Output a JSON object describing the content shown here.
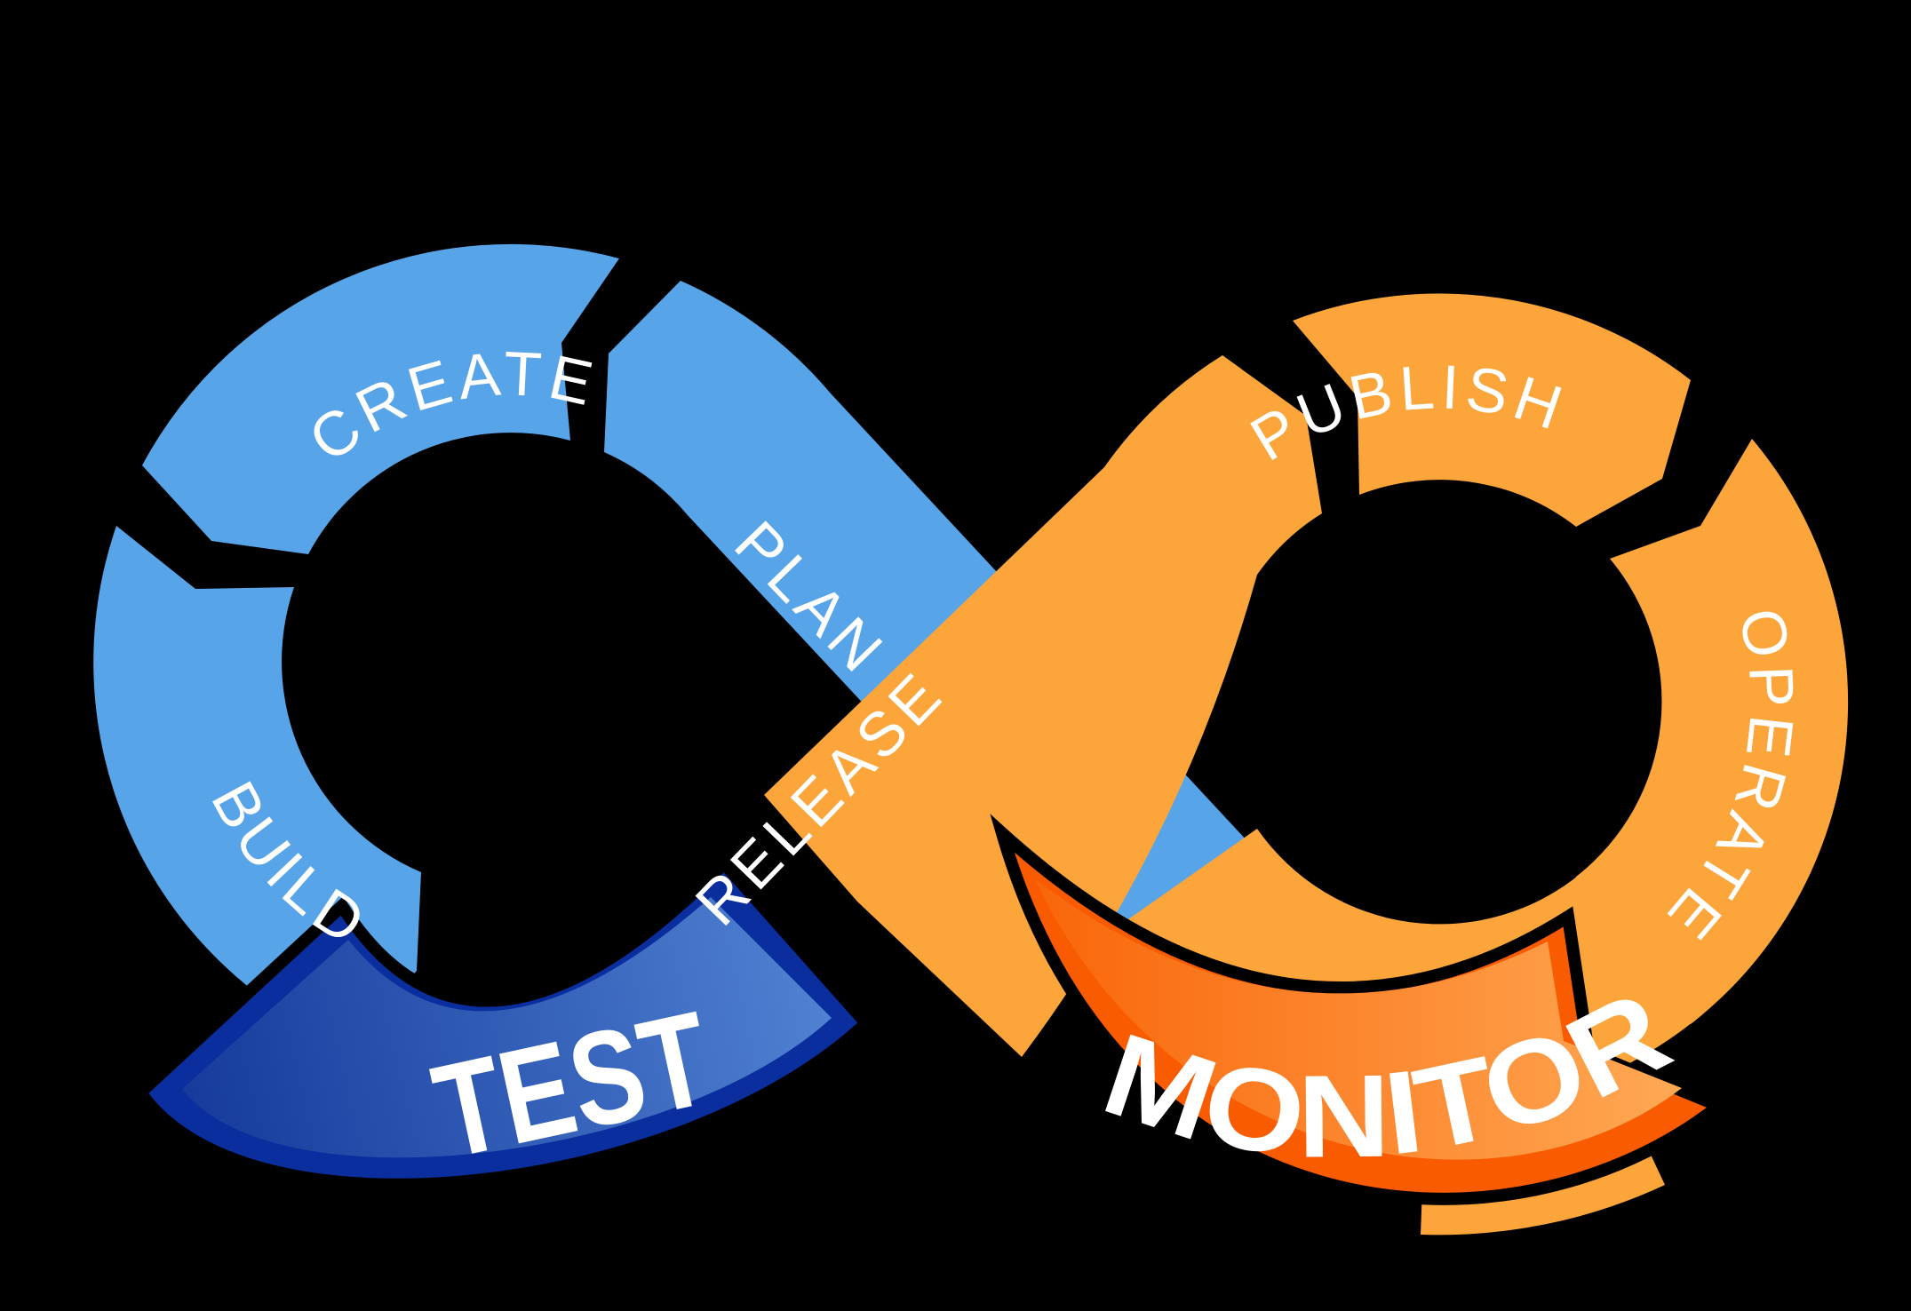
{
  "diagram": {
    "type": "devops-infinity-loop",
    "description": "Infinity-loop process diagram with eight segments; blue left loop, orange right loop, ribbon banners at the bottom of each loop",
    "flow_order": [
      "PLAN",
      "CREATE",
      "BUILD",
      "TEST",
      "RELEASE",
      "PUBLISH",
      "OPERATE",
      "MONITOR"
    ]
  },
  "labels": {
    "create": "CREATE",
    "plan": "PLAN",
    "build": "BUILD",
    "test": "TEST",
    "release": "RELEASE",
    "publish": "PUBLISH",
    "operate": "OPERATE",
    "monitor": "MONITOR"
  },
  "colors": {
    "background": "#000000",
    "loop_left_blue": "#58A4E8",
    "loop_right_orange": "#FBA53B",
    "label_text": "#FFFFFF",
    "test_banner_border": "#0A2E9D",
    "test_banner_gradient_start": "#153A9B",
    "test_banner_gradient_end": "#5284D4",
    "monitor_banner_border": "#F95B00",
    "monitor_banner_gradient_start": "#F9660A",
    "monitor_banner_gradient_end": "#FFAB57"
  }
}
